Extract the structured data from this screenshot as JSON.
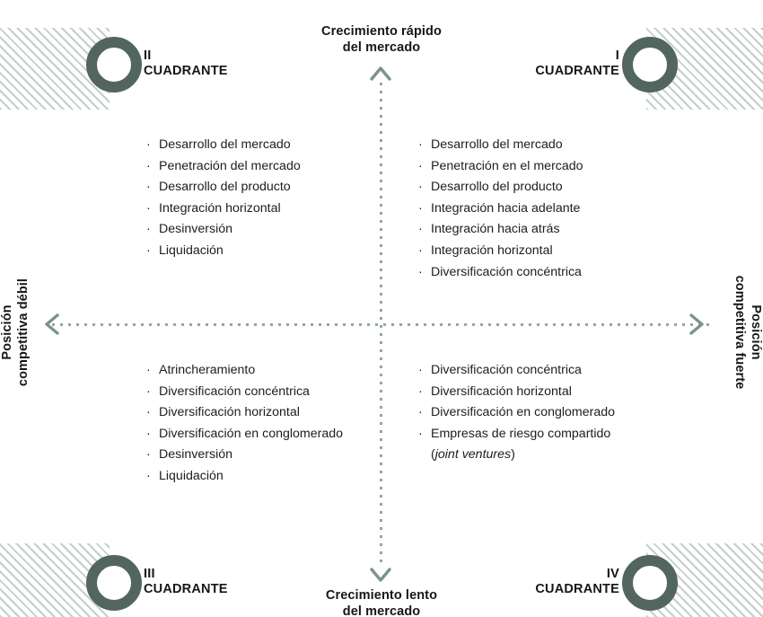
{
  "axes": {
    "top": {
      "line1": "Crecimiento rápido",
      "line2": "del mercado"
    },
    "bottom": {
      "line1": "Crecimiento lento",
      "line2": "del mercado"
    },
    "left": {
      "line1": "Posición",
      "line2": "competitiva débil"
    },
    "right": {
      "line1": "Posición",
      "line2": "competitiva fuerte"
    }
  },
  "colors": {
    "ring": "#53655f",
    "hatch": "#c3cfcc",
    "axis_dot": "#94a7a3",
    "arrow": "#7d918d",
    "text": "#14171a"
  },
  "quadrants": {
    "q1": {
      "roman": "I",
      "word": "CUADRANTE",
      "items": [
        "Desarrollo del mercado",
        "Penetración en el mercado",
        "Desarrollo del producto",
        "Integración hacia adelante",
        "Integración hacia atrás",
        "Integración horizontal",
        "Diversificación concéntrica"
      ]
    },
    "q2": {
      "roman": "II",
      "word": "CUADRANTE",
      "items": [
        "Desarrollo del mercado",
        "Penetración del mercado",
        "Desarrollo del producto",
        "Integración horizontal",
        "Desinversión",
        "Liquidación"
      ]
    },
    "q3": {
      "roman": "III",
      "word": "CUADRANTE",
      "items": [
        "Atrincheramiento",
        "Diversificación concéntrica",
        "Diversificación horizontal",
        "Diversificación en conglomerado",
        "Desinversión",
        "Liquidación"
      ]
    },
    "q4": {
      "roman": "IV",
      "word": "CUADRANTE",
      "items": [
        "Diversificación concéntrica",
        "Diversificación horizontal",
        "Diversificación en conglomerado",
        "Empresas de riesgo compartido"
      ],
      "continuation": {
        "prefix": "(",
        "italic": "joint ventures",
        "suffix": ")"
      }
    }
  },
  "bullet_glyph": "·"
}
